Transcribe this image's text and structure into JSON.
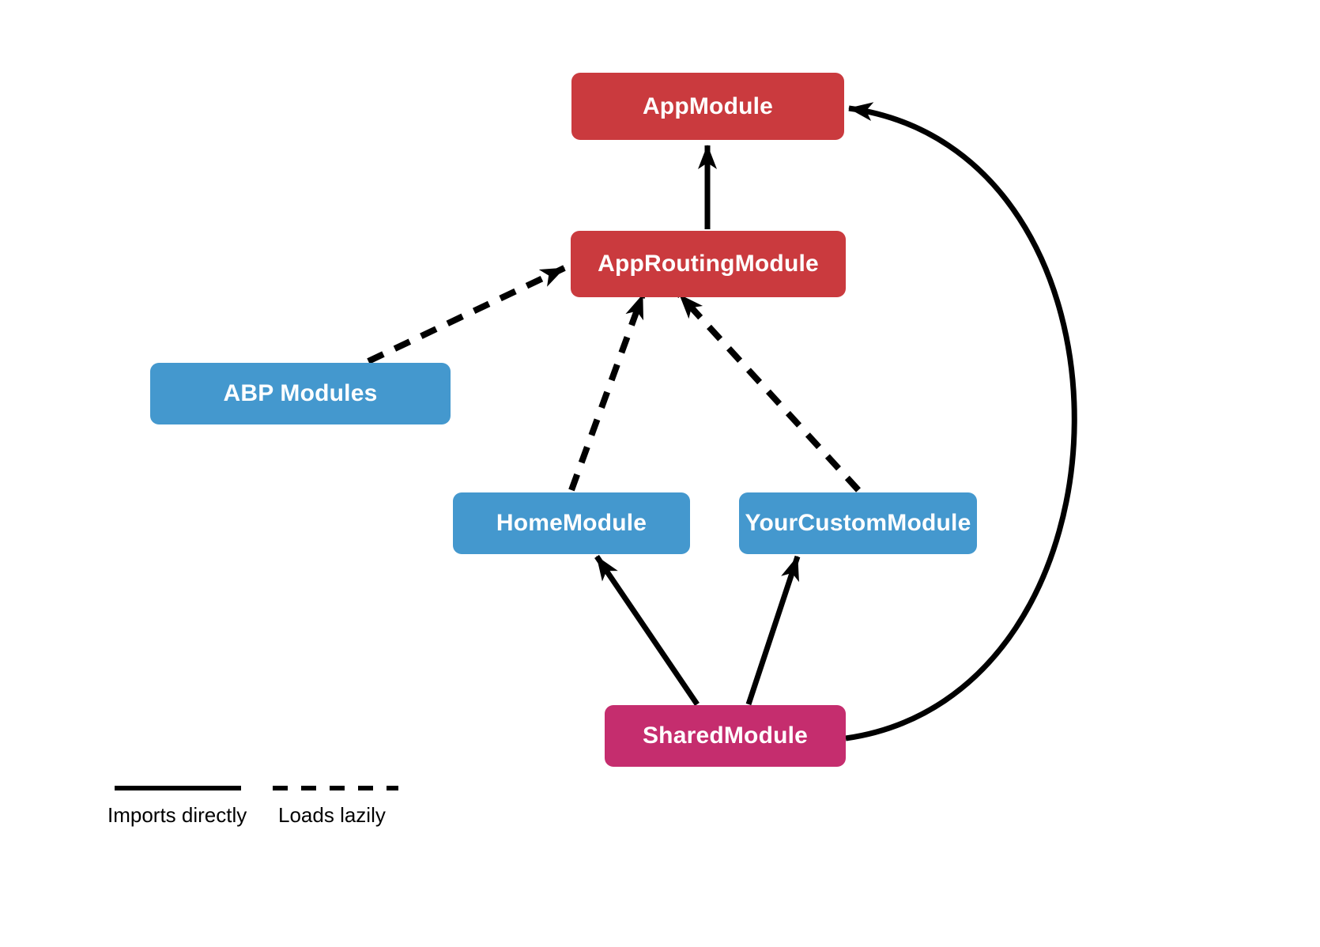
{
  "diagram": {
    "nodes": {
      "app_module": {
        "label": "AppModule",
        "color": "#CA3A3E",
        "text_color": "#FFFFFF"
      },
      "app_routing_module": {
        "label": "AppRoutingModule",
        "color": "#CA3A3E",
        "text_color": "#FFFFFF"
      },
      "abp_modules": {
        "label": "ABP Modules",
        "color": "#4498CE",
        "text_color": "#FFFFFF"
      },
      "home_module": {
        "label": "HomeModule",
        "color": "#4498CE",
        "text_color": "#FFFFFF"
      },
      "your_custom_module": {
        "label": "YourCustomModule",
        "color": "#4498CE",
        "text_color": "#FFFFFF"
      },
      "shared_module": {
        "label": "SharedModule",
        "color": "#C52D6E",
        "text_color": "#FFFFFF"
      }
    },
    "edges": [
      {
        "from": "AppRoutingModule",
        "to": "AppModule",
        "style": "solid"
      },
      {
        "from": "ABP Modules",
        "to": "AppRoutingModule",
        "style": "dashed"
      },
      {
        "from": "HomeModule",
        "to": "AppRoutingModule",
        "style": "dashed"
      },
      {
        "from": "YourCustomModule",
        "to": "AppRoutingModule",
        "style": "dashed"
      },
      {
        "from": "SharedModule",
        "to": "HomeModule",
        "style": "solid"
      },
      {
        "from": "SharedModule",
        "to": "YourCustomModule",
        "style": "solid"
      },
      {
        "from": "SharedModule",
        "to": "AppModule",
        "style": "solid"
      }
    ],
    "legend": {
      "solid_label": "Imports directly",
      "dashed_label": "Loads lazily"
    },
    "colors": {
      "arrow": "#000000",
      "background": "#FFFFFF"
    }
  }
}
